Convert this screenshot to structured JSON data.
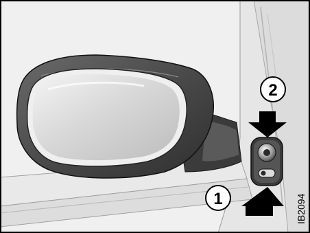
{
  "callouts": [
    {
      "number": "1",
      "target": "lower-arrow"
    },
    {
      "number": "2",
      "target": "upper-arrow"
    }
  ],
  "figure_code": "IB2094",
  "colors": {
    "background": "#f0f0f0",
    "panel": "#e7e7e7",
    "mirror_housing": "#555555",
    "mirror_glass": "#d9d9d9",
    "arrow": "#000000",
    "frame": "#000000"
  }
}
